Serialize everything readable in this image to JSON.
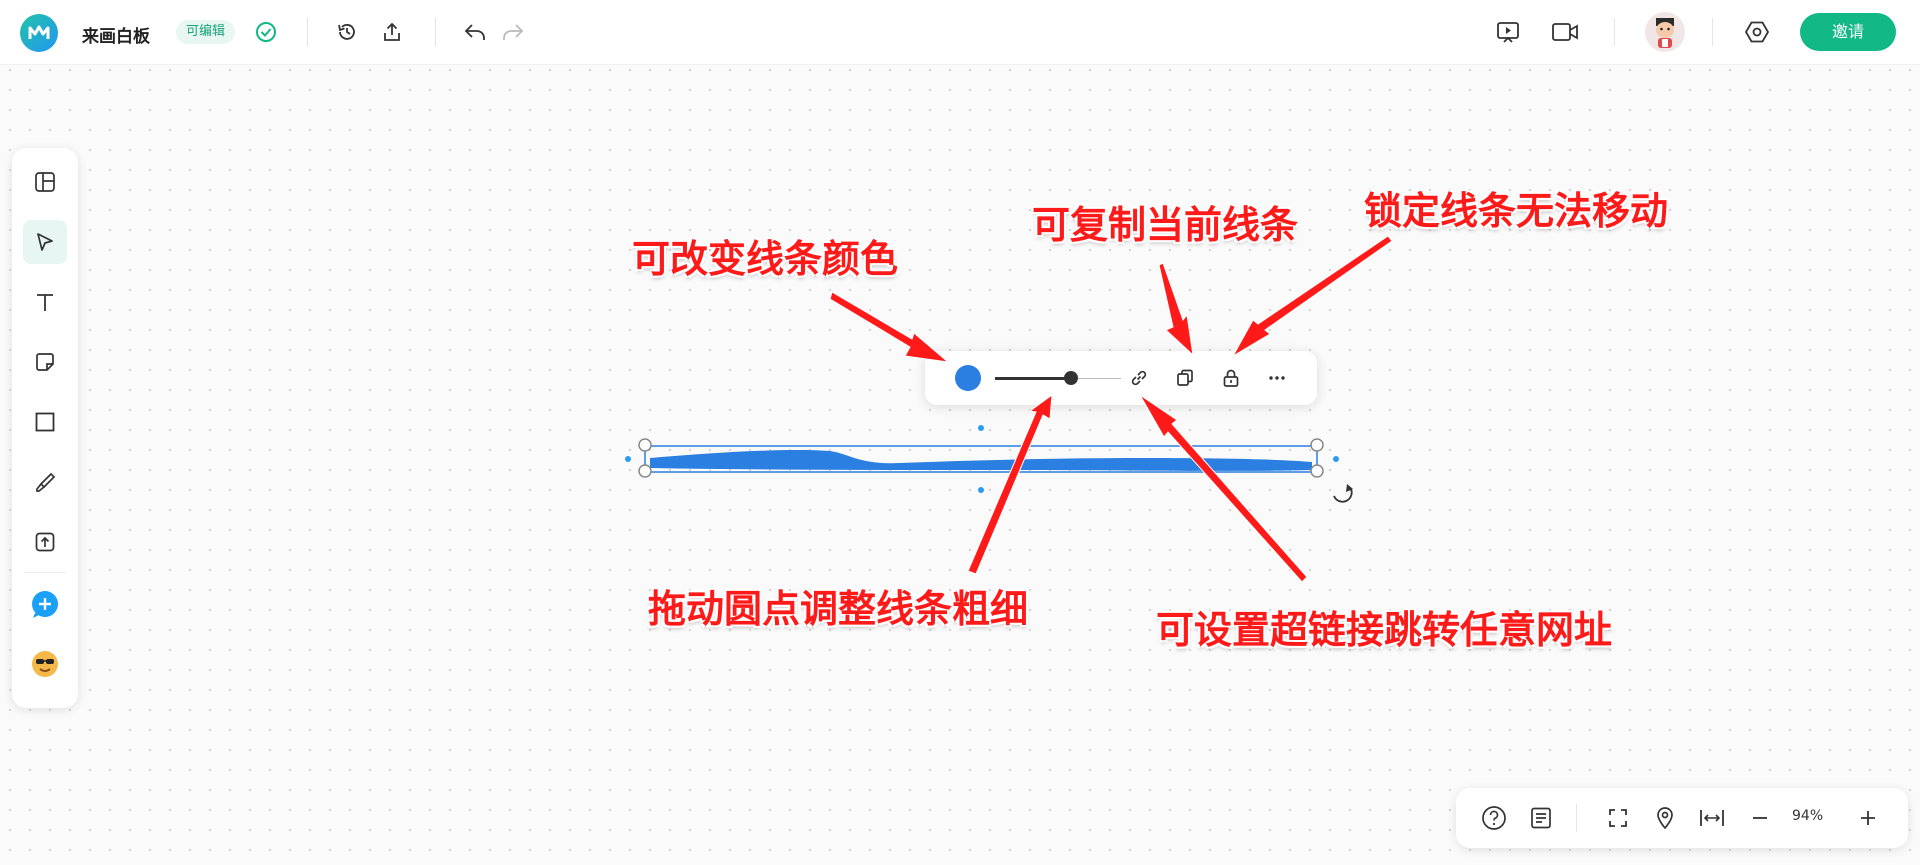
{
  "header": {
    "app_title": "来画白板",
    "edit_badge": "可编辑",
    "invite_label": "邀请"
  },
  "bottom_bar": {
    "zoom_level": "94%"
  },
  "annotations": {
    "change_color": "可改变线条颜色",
    "copy_line": "可复制当前线条",
    "lock_line": "锁定线条无法移动",
    "drag_thickness": "拖动圆点调整线条粗细",
    "hyperlink": "可设置超链接跳转任意网址"
  },
  "colors": {
    "brand_green": "#12b886",
    "line_blue": "#2b7fe0",
    "annotation_red": "#ff1a1a"
  }
}
